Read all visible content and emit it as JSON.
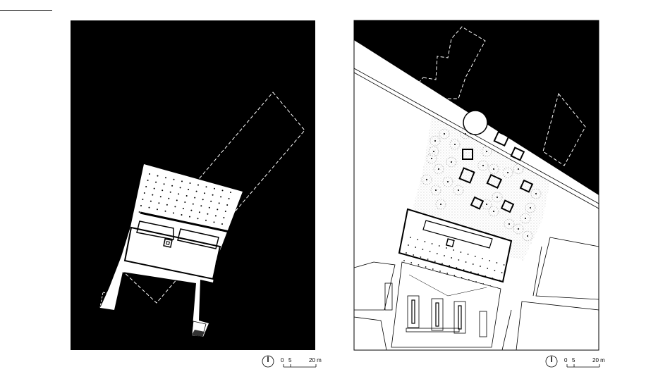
{
  "scale_bars": [
    {
      "ticks": [
        "0",
        "5",
        "20 m"
      ]
    },
    {
      "ticks": [
        "0",
        "5",
        "20 m"
      ]
    }
  ],
  "colors": {
    "ground": "#000000",
    "paper": "#ffffff",
    "line": "#000000",
    "hatch": "#cccccc"
  },
  "icons": [
    "north-arrow-icon",
    "north-arrow-icon"
  ]
}
